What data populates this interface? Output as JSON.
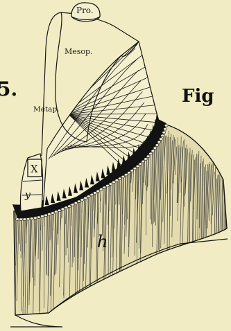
{
  "figure": {
    "left_marker": "5.",
    "right_marker": "Fig"
  },
  "labels": {
    "pro": "Pro.",
    "mesop": "Mesop.",
    "metap": "Metap.",
    "x": "X",
    "y": "y",
    "h": "h"
  },
  "colors": {
    "paper": "#f1ecc3",
    "ink": "#151515"
  }
}
